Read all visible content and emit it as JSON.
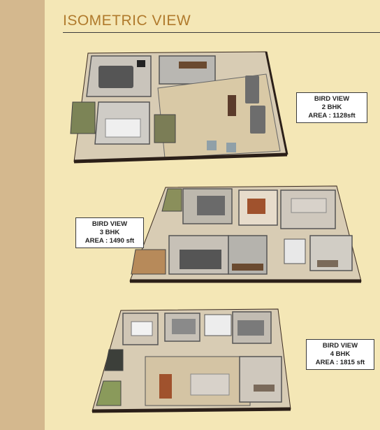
{
  "page": {
    "title": "ISOMETRIC VIEW"
  },
  "plans": [
    {
      "line1": "BIRD VIEW",
      "line2": "2 BHK",
      "line3": "AREA : 1128sft"
    },
    {
      "line1": "BIRD VIEW",
      "line2": "3 BHK",
      "line3": "AREA : 1490 sft"
    },
    {
      "line1": "BIRD VIEW",
      "line2": "4 BHK",
      "line3": "AREA : 1815 sft"
    }
  ],
  "colors": {
    "background": "#f4e7b6",
    "side_band": "#d4b88e",
    "title": "#b07a2c"
  }
}
